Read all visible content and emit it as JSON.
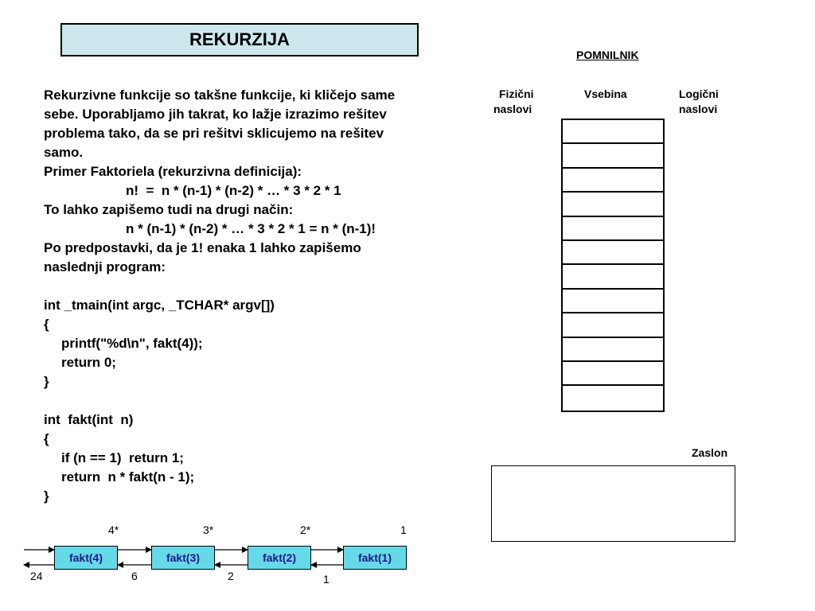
{
  "title": "REKURZIJA",
  "body_lines": [
    {
      "text": "Rekurzivne funkcije so takšne funkcije, ki kličejo same",
      "indent": 0
    },
    {
      "text": "sebe. Uporabljamo jih takrat, ko lažje izrazimo rešitev",
      "indent": 0
    },
    {
      "text": "problema tako, da se pri rešitvi sklicujemo na rešitev",
      "indent": 0
    },
    {
      "text": "samo.",
      "indent": 0
    },
    {
      "text": "Primer Faktoriela (rekurzivna definicija):",
      "indent": 0
    },
    {
      "text": "n!  =  n * (n-1) * (n-2) * … * 3 * 2 * 1",
      "indent": 1
    },
    {
      "text": "To lahko zapišemo tudi na drugi način:",
      "indent": 0
    },
    {
      "text": "n * (n-1) * (n-2) * … * 3 * 2 * 1 = n * (n-1)!",
      "indent": 1
    },
    {
      "text": "Po predpostavki, da je 1! enaka 1 lahko zapišemo",
      "indent": 0
    },
    {
      "text": "naslednji program:",
      "indent": 0
    },
    {
      "text": "",
      "indent": 0
    },
    {
      "text": "int _tmain(int argc, _TCHAR* argv[])",
      "indent": 0
    },
    {
      "text": "{",
      "indent": 0
    },
    {
      "text": "printf(\"%d\\n\", fakt(4));",
      "indent": 2
    },
    {
      "text": "return 0;",
      "indent": 2
    },
    {
      "text": "}",
      "indent": 0
    },
    {
      "text": "",
      "indent": 0
    },
    {
      "text": "int  fakt(int  n)",
      "indent": 0
    },
    {
      "text": "{",
      "indent": 0
    },
    {
      "text": "if (n == 1)  return 1;",
      "indent": 2
    },
    {
      "text": "return  n * fakt(n - 1);",
      "indent": 2
    },
    {
      "text": "}",
      "indent": 0
    }
  ],
  "memory": {
    "title": "POMNILNIK",
    "physical_label_1": "Fizični",
    "physical_label_2": "naslovi",
    "content_label": "Vsebina",
    "logical_label_1": "Logični",
    "logical_label_2": "naslovi",
    "cell_count": 12
  },
  "screen": {
    "title": "Zaslon"
  },
  "calls": {
    "boxes": [
      "fakt(4)",
      "fakt(3)",
      "fakt(2)",
      "fakt(1)"
    ],
    "top_labels": [
      "4*",
      "3*",
      "2*",
      "1"
    ],
    "bottom_labels": [
      "24",
      "6",
      "2",
      "1"
    ]
  }
}
